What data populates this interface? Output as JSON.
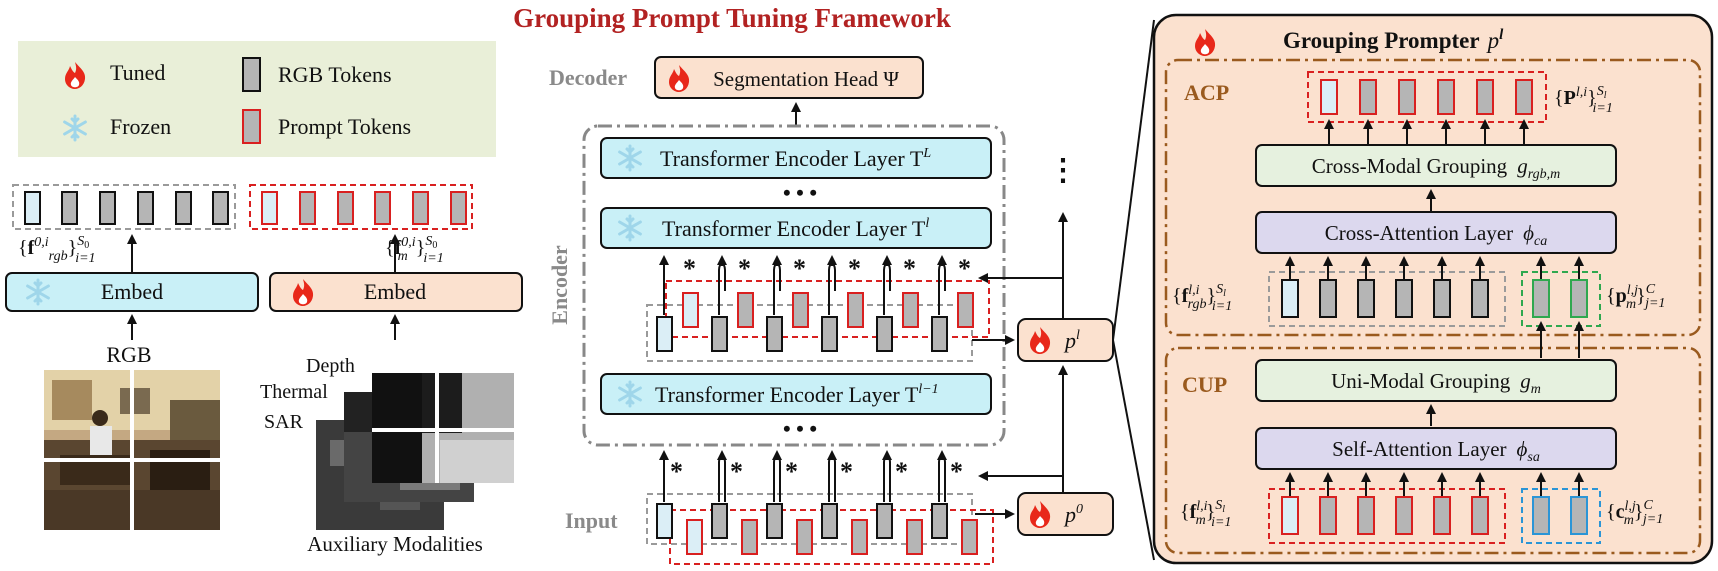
{
  "title": "Grouping Prompt Tuning Framework",
  "colors": {
    "title": "#b22222",
    "legend_bg": "#e9efd8",
    "frozen_box": "#c9f0f7",
    "tuned_box": "#fbe1cf",
    "purple_box": "#dcd8ee",
    "green_box": "#e6f1df",
    "rgb_token_fill": "#b5b5b5",
    "rgb_token_light": "#dbeef6",
    "prompt_border": "#d92020",
    "acp_border": "#9a5a1e",
    "flame": "#e8281a",
    "snowflake": "#9fd6ea",
    "gray_text": "#8a8a8a",
    "green_border": "#2fa84f",
    "blue_border": "#2b95d6"
  },
  "legend": {
    "tuned": "Tuned",
    "frozen": "Frozen",
    "rgb_tokens": "RGB Tokens",
    "prompt_tokens": "Prompt Tokens"
  },
  "left": {
    "embed_rgb": "Embed",
    "embed_mod": "Embed",
    "f_rgb0": "{f",
    "rgb_label": "RGB",
    "depth": "Depth",
    "thermal": "Thermal",
    "sar": "SAR",
    "aux_label": "Auxiliary Modalities"
  },
  "center": {
    "decoder_label": "Decoder",
    "seg_head": "Segmentation Head Ψ",
    "encoder_label": "Encoder",
    "input_label": "Input",
    "layer_L": "Transformer Encoder Layer T",
    "layer_l": "Transformer Encoder Layer T",
    "layer_l1": "Transformer Encoder Layer T",
    "star": "*",
    "ellipsis": "• • •",
    "prompter_l": "p",
    "prompter_0": "p"
  },
  "right": {
    "header": "Grouping Prompter",
    "acp": "ACP",
    "cup": "CUP",
    "cross_modal": "Cross-Modal Grouping",
    "cross_attention": "Cross-Attention Layer",
    "uni_modal": "Uni-Modal Grouping",
    "self_attention": "Self-Attention Layer"
  }
}
